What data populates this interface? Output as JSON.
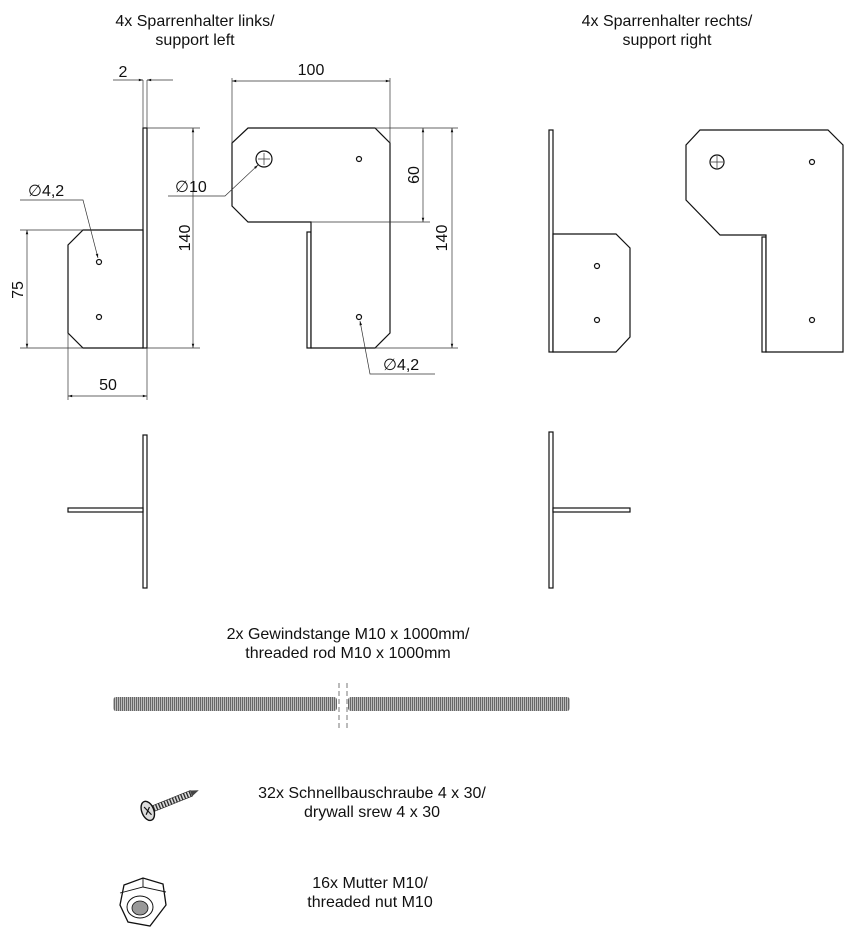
{
  "titles": {
    "support_left": [
      "4x Sparrenhalter links/",
      "support left"
    ],
    "support_right": [
      "4x Sparrenhalter rechts/",
      "support right"
    ],
    "rod": [
      "2x Gewindstange M10 x 1000mm/",
      "threaded rod M10 x 1000mm"
    ],
    "screw": [
      "32x Schnellbauschraube 4 x 30/",
      "drywall srew 4 x 30"
    ],
    "nut": [
      "16x Mutter M10/",
      "threaded nut M10"
    ]
  },
  "dimensions": {
    "thickness": "2",
    "width_top": "100",
    "height_left": "140",
    "height_right": "140",
    "upper_height": "60",
    "lower_height": "75",
    "lower_width": "50",
    "hole_large": "∅10",
    "hole_small_1": "∅4,2",
    "hole_small_2": "∅4,2"
  }
}
